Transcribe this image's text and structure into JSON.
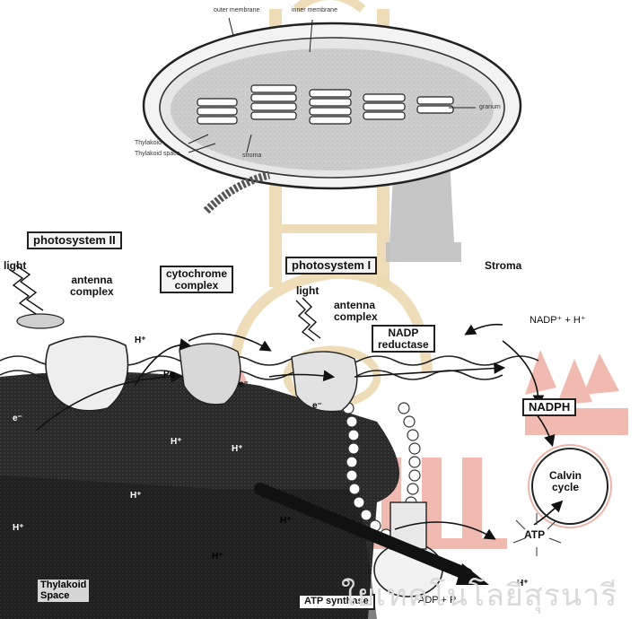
{
  "chloroplast": {
    "outer_membrane": "outer membrane",
    "inner_membrane": "inner membrane",
    "granum": "granum",
    "thylakoid": "Thylakoid",
    "thylakoid_space": "Thylakoid space",
    "stroma": "stroma"
  },
  "complexes": {
    "photosystem_ii": "photosystem II",
    "cytochrome_line1": "cytochrome",
    "cytochrome_line2": "complex",
    "photosystem_i": "photosystem I",
    "nadp_reductase_line1": "NADP",
    "nadp_reductase_line2": "reductase",
    "atp_synthase": "ATP synthase"
  },
  "labels": {
    "light_left": "light",
    "light_right": "light",
    "antenna_left_1": "antenna",
    "antenna_left_2": "complex",
    "antenna_right_1": "antenna",
    "antenna_right_2": "complex",
    "stroma": "Stroma",
    "nadp_plus": "NADP⁺ + H⁺",
    "nadph": "NADPH",
    "calvin_line1": "Calvin",
    "calvin_line2": "cycle",
    "atp": "ATP",
    "adp_pi": "ADP + P",
    "pq": "Pq",
    "e_minus": "e⁻",
    "h_plus": "H⁺",
    "thylakoid_space_1": "Thylakoid",
    "thylakoid_space_2": "Space"
  },
  "watermark": {
    "text": "ใยเทคโนโลยีสุรนารี"
  },
  "colors": {
    "watermark_red": "#f0b3a8",
    "watermark_gold": "#ecd9b0",
    "watermark_grey": "#bdbdbd",
    "lumen_dark": "#1f1f1f",
    "membrane_grey": "#cfcfcf"
  }
}
